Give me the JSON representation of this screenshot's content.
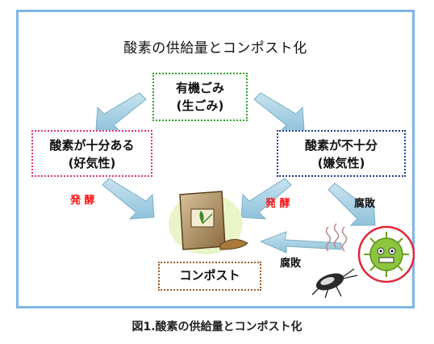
{
  "diagram": {
    "title": "酸素の供給量とコンポスト化",
    "nodes": {
      "organic_line1": "有機ごみ",
      "organic_line2": "(生ごみ)",
      "aerobic_line1": "酸素が十分ある",
      "aerobic_line2": "(好気性)",
      "anaerobic_line1": "酸素が不十分",
      "anaerobic_line2": "(嫌気性)",
      "compost": "コンポスト"
    },
    "labels": {
      "fermentation_left": "発 酵",
      "fermentation_right": "発 酵",
      "rot_top": "腐敗",
      "rot_bottom": "腐敗"
    },
    "colors": {
      "frame": "#7fb5e6",
      "green_box": "#2ca52c",
      "pink_box": "#e0337a",
      "blue_box": "#1f3d9e",
      "brown_box": "#9b5f2e",
      "arrow": "#9dcbe0",
      "red_label": "#ff1010"
    }
  },
  "caption": "図1.酸素の供給量とコンポスト化"
}
